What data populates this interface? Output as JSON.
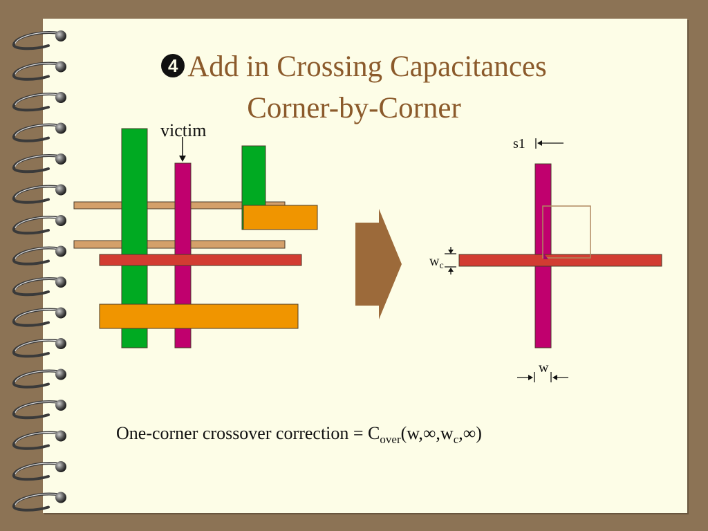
{
  "slide": {
    "step_number": "4",
    "title_line1": "Add in Crossing Capacitances",
    "title_line2": "Corner-by-Corner"
  },
  "diagram": {
    "victim_label": "victim",
    "s1_label": "s1",
    "wc_label_main": "w",
    "wc_label_sub": "c",
    "w_label": "w"
  },
  "formula": {
    "prefix": "One-corner crossover correction = C",
    "subscript": "over",
    "args_open": "(w,∞,w",
    "args_sub": "c",
    "args_close": ",∞)"
  },
  "colors": {
    "background": "#8c7355",
    "slide": "#fdfde7",
    "title": "#8b5a2b",
    "green_wire": "#00aa22",
    "victim_wire": "#c0006e",
    "tan_wire": "#d4a06a",
    "orange_wire": "#f09500",
    "red_wire": "#d23c32",
    "arrow": "#9c6a3a",
    "corner_box": "#b08860"
  }
}
